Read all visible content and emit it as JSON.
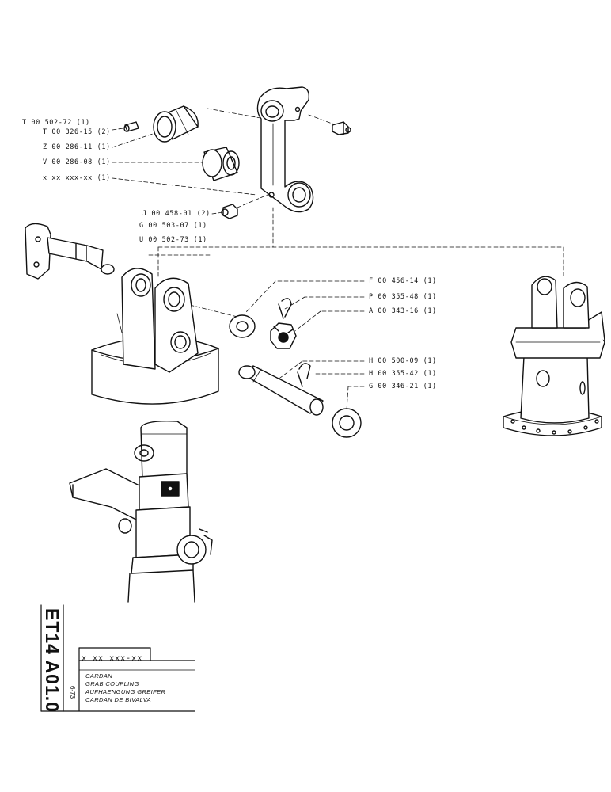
{
  "callouts": [
    {
      "id": "t-00-502-72",
      "text": "T 00 502-72 (1)"
    },
    {
      "id": "t-00-326-15",
      "text": "T 00 326-15 (2)"
    },
    {
      "id": "z-00-286-11",
      "text": "Z 00 286-11 (1)"
    },
    {
      "id": "v-00-286-08",
      "text": "V 00 286-08 (1)"
    },
    {
      "id": "x-xx-xxx-xx",
      "text": "x xx xxx-xx (1)"
    },
    {
      "id": "j-00-458-01",
      "text": "J 00 458-01 (2)"
    },
    {
      "id": "g-00-503-07",
      "text": "G 00 503-07 (1)"
    },
    {
      "id": "u-00-502-73",
      "text": "U 00 502-73 (1)"
    },
    {
      "id": "f-00-456-14",
      "text": "F 00 456-14 (1)"
    },
    {
      "id": "p-00-355-48",
      "text": "P 00 355-48 (1)"
    },
    {
      "id": "a-00-343-16",
      "text": "A 00 343-16 (1)"
    },
    {
      "id": "h-00-500-09",
      "text": "H 00 500-09 (1)"
    },
    {
      "id": "h-00-355-42",
      "text": "H 00 355-42 (1)"
    },
    {
      "id": "g-00-346-21",
      "text": "G 00 346-21 (1)"
    }
  ],
  "title_block": {
    "doc_code": "ET14 A01.0",
    "date": "6-73",
    "part_number": "x xx xxx-xx",
    "lines": [
      "CARDAN",
      "GRAB COUPLING",
      "AUFHAENGUNG GREIFER",
      "CARDAN DE BIVALVA"
    ]
  }
}
